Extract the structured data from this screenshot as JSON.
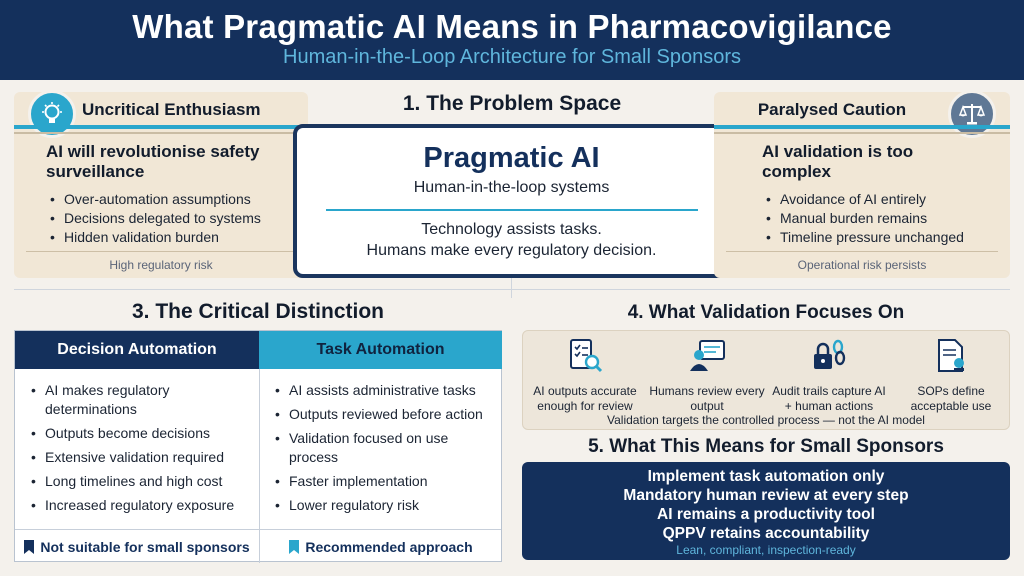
{
  "header": {
    "title": "What Pragmatic AI Means in Pharmacovigilance",
    "subtitle": "Human-in-the-Loop Architecture for Small Sponsors"
  },
  "section1": {
    "title": "1. The Problem Space",
    "left": {
      "heading": "Uncritical Enthusiasm",
      "icon": "lightbulb-icon",
      "claim": "AI will revolutionise safety surveillance",
      "bullets": [
        "Over-automation assumptions",
        "Decisions delegated to systems",
        "Hidden validation burden"
      ],
      "footer": "High regulatory risk"
    },
    "center": {
      "title": "Pragmatic AI",
      "subtitle": "Human-in-the-loop systems",
      "line1": "Technology assists tasks.",
      "line2": "Humans make every regulatory decision."
    },
    "right": {
      "heading": "Paralysed Caution",
      "icon": "scales-icon",
      "claim": "AI validation is too complex",
      "bullets": [
        "Avoidance of AI entirely",
        "Manual burden remains",
        "Timeline pressure unchanged"
      ],
      "footer": "Operational risk persists"
    }
  },
  "section3": {
    "title": "3. The Critical Distinction",
    "left": {
      "header": "Decision Automation",
      "bullets": [
        "AI makes regulatory determinations",
        "Outputs become decisions",
        "Extensive validation required",
        "Long timelines and high cost",
        "Increased regulatory exposure"
      ],
      "footer": "Not suitable for small sponsors"
    },
    "right": {
      "header": "Task Automation",
      "bullets": [
        "AI assists administrative tasks",
        "Outputs reviewed before action",
        "Validation focused on use process",
        "Faster implementation",
        "Lower regulatory risk"
      ],
      "footer": "Recommended approach"
    }
  },
  "section4": {
    "title": "4. What Validation Focuses On",
    "items": [
      {
        "icon": "checklist-search-icon",
        "label": "AI outputs accurate enough for review"
      },
      {
        "icon": "person-review-icon",
        "label": "Humans review every output"
      },
      {
        "icon": "lock-chain-icon",
        "label": "Audit trails capture AI + human actions"
      },
      {
        "icon": "document-stamp-icon",
        "label": "SOPs define acceptable use"
      }
    ],
    "note": "Validation targets the controlled process — not the AI model"
  },
  "section5": {
    "title": "5. What This Means for Small Sponsors",
    "lines": [
      "Implement task automation only",
      "Mandatory human review at every step",
      "AI remains a productivity tool",
      "QPPV retains accountability"
    ],
    "tagline": "Lean, compliant, inspection-ready"
  },
  "colors": {
    "navy": "#14305c",
    "teal": "#2aa6cc",
    "tan": "#f1e7d6"
  }
}
